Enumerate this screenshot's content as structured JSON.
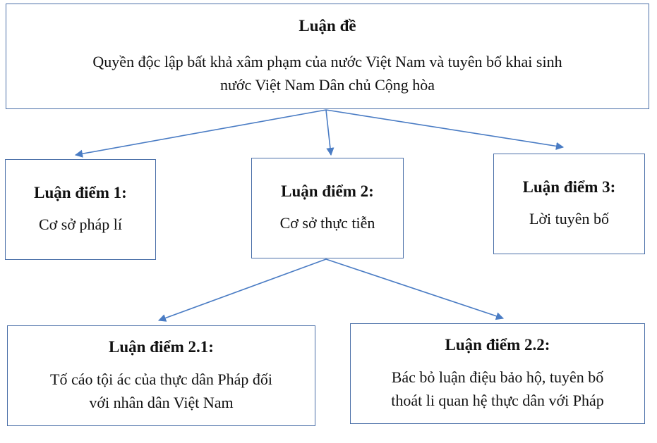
{
  "root": {
    "title": "Luận đề",
    "text_line1": "Quyền độc lập bất khả xâm phạm của nước Việt Nam và tuyên bố khai sinh",
    "text_line2": "nước Việt Nam Dân chủ Cộng hòa"
  },
  "point1": {
    "title": "Luận điểm 1:",
    "text": "Cơ sở pháp lí"
  },
  "point2": {
    "title": "Luận điểm 2:",
    "text": "Cơ sở thực tiễn"
  },
  "point3": {
    "title": "Luận điểm 3:",
    "text": "Lời tuyên bố"
  },
  "point2_1": {
    "title": "Luận điểm 2.1:",
    "text_line1": "Tố cáo tội ác của thực dân Pháp đối",
    "text_line2": "với nhân dân Việt Nam"
  },
  "point2_2": {
    "title": "Luận điểm 2.2:",
    "text_line1": "Bác bỏ luận điệu bảo hộ, tuyên bố",
    "text_line2": "thoát li quan hệ thực dân với Pháp"
  },
  "colors": {
    "border": "#4a6fa8",
    "arrow": "#4a7cc4"
  }
}
